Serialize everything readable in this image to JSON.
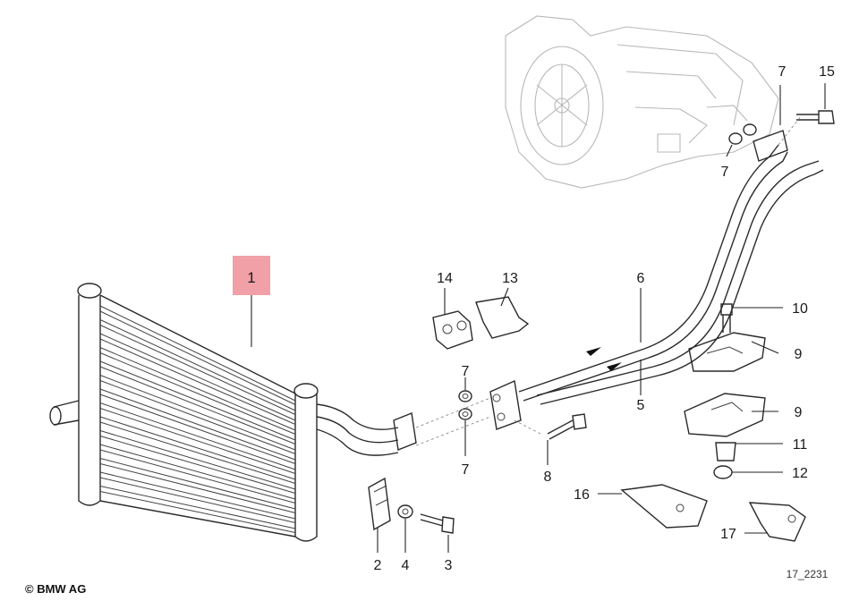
{
  "callouts": [
    {
      "id": "c1",
      "text": "1"
    },
    {
      "id": "c2",
      "text": "2"
    },
    {
      "id": "c3",
      "text": "3"
    },
    {
      "id": "c4",
      "text": "4"
    },
    {
      "id": "c5",
      "text": "5"
    },
    {
      "id": "c6",
      "text": "6"
    },
    {
      "id": "c7a",
      "text": "7"
    },
    {
      "id": "c7b",
      "text": "7"
    },
    {
      "id": "c7c",
      "text": "7"
    },
    {
      "id": "c7d",
      "text": "7"
    },
    {
      "id": "c8",
      "text": "8"
    },
    {
      "id": "c9a",
      "text": "9"
    },
    {
      "id": "c9b",
      "text": "9"
    },
    {
      "id": "c10",
      "text": "10"
    },
    {
      "id": "c11",
      "text": "11"
    },
    {
      "id": "c12",
      "text": "12"
    },
    {
      "id": "c13",
      "text": "13"
    },
    {
      "id": "c14",
      "text": "14"
    },
    {
      "id": "c15",
      "text": "15"
    },
    {
      "id": "c16",
      "text": "16"
    },
    {
      "id": "c17",
      "text": "17"
    }
  ],
  "copyright": "© BMW AG",
  "drawing_number": "17_2231",
  "colors": {
    "highlight": "#f0a0a6",
    "line": "#2a2a2a",
    "ghost": "#b8b8b8"
  }
}
